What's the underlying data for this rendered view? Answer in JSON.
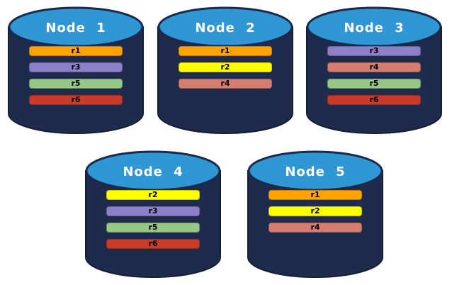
{
  "diagram": {
    "description_label": "",
    "colors": {
      "background": "#FFFFFF",
      "cylinder_body": "#1F2B4C",
      "cylinder_outline": "#131D36",
      "cylinder_top": "#2E97D4",
      "cylinder_top_outline": "#1B2A4C",
      "title_text": "#FFFFFF",
      "bar_text": "#000000"
    },
    "replica_colors": {
      "r1": "#FFA303",
      "r2": "#FFFF00",
      "r3": "#8C80C8",
      "r4": "#D57D6F",
      "r5": "#94C884",
      "r6": "#C93A28"
    },
    "nodes": [
      {
        "title": "Node 1",
        "replicas": [
          {
            "label": "r1",
            "color": "#FFA303"
          },
          {
            "label": "r3",
            "color": "#8C80C8"
          },
          {
            "label": "r5",
            "color": "#94C884"
          },
          {
            "label": "r6",
            "color": "#C93A28"
          }
        ]
      },
      {
        "title": "Node 2",
        "replicas": [
          {
            "label": "r1",
            "color": "#FFA303"
          },
          {
            "label": "r2",
            "color": "#FFFF00"
          },
          {
            "label": "r4",
            "color": "#D57D6F"
          }
        ]
      },
      {
        "title": "Node 3",
        "replicas": [
          {
            "label": "r3",
            "color": "#8C80C8"
          },
          {
            "label": "r4",
            "color": "#D57D6F"
          },
          {
            "label": "r5",
            "color": "#94C884"
          },
          {
            "label": "r6",
            "color": "#C93A28"
          }
        ]
      },
      {
        "title": "Node 4",
        "replicas": [
          {
            "label": "r2",
            "color": "#FFFF00"
          },
          {
            "label": "r3",
            "color": "#8C80C8"
          },
          {
            "label": "r5",
            "color": "#94C884"
          },
          {
            "label": "r6",
            "color": "#C93A28"
          }
        ]
      },
      {
        "title": "Node 5",
        "replicas": [
          {
            "label": "r1",
            "color": "#FFA303"
          },
          {
            "label": "r2",
            "color": "#FFFF00"
          },
          {
            "label": "r4",
            "color": "#D57D6F"
          }
        ]
      }
    ]
  }
}
